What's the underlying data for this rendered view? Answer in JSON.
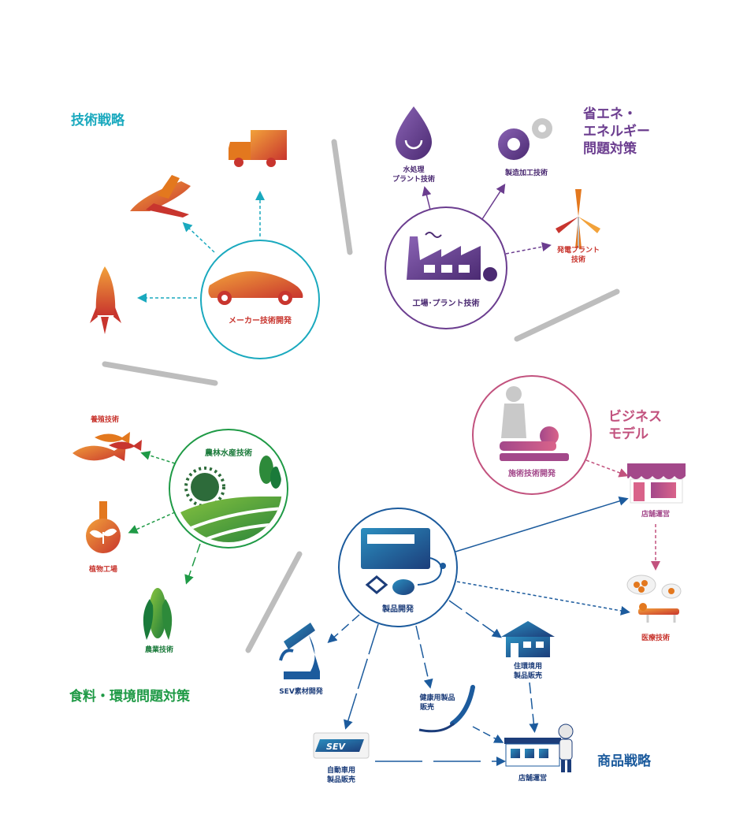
{
  "colors": {
    "tech": "#1aa9be",
    "energy": "#6b3d8f",
    "business": "#c2527e",
    "food": "#1f9a46",
    "product": "#1c5b9d",
    "orange": "#e3781e",
    "red": "#c8352e",
    "gray": "#bdbdbd"
  },
  "sections": {
    "tech": "技術戦略",
    "energy": [
      "省エネ・",
      "エネルギー",
      "問題対策"
    ],
    "business": [
      "ビジネス",
      "モデル"
    ],
    "food": "食料・環境問題対策",
    "product": "商品戦略"
  },
  "hubs": {
    "maker": "メーカー技術開発",
    "factory": "工場･プラント技術",
    "beauty": "施術技術開発",
    "agri": "農林水産技術",
    "product": "製品開発"
  },
  "nodes": {
    "water": [
      "水処理",
      "プラント技術"
    ],
    "manufacturing": "製造加工技術",
    "power": [
      "発電プラント",
      "技術"
    ],
    "aquaculture": "養殖技術",
    "plant_factory": "植物工場",
    "farming": "農業技術",
    "store_top": "店舗運営",
    "medical": "医療技術",
    "housing": [
      "住環境用",
      "製品販売"
    ],
    "health": [
      "健康用製品",
      "販売"
    ],
    "sev_material": "SEV素材開発",
    "auto": [
      "自動車用",
      "製品販売"
    ],
    "store_bottom": "店舗運営",
    "sev_logo": "SEV"
  },
  "icons": [
    "truck-icon",
    "airplane-icon",
    "rocket-icon",
    "car-icon",
    "water-drop-icon",
    "gear-icon",
    "wind-turbine-icon",
    "factory-icon",
    "massage-icon",
    "shop-icon",
    "surgery-light-icon",
    "fish-icon",
    "flask-sprout-icon",
    "corn-icon",
    "sun-field-icon",
    "device-icon",
    "microscope-icon",
    "house-icon",
    "massager-wand-icon",
    "sev-badge-icon",
    "store-icon",
    "worker-icon"
  ]
}
